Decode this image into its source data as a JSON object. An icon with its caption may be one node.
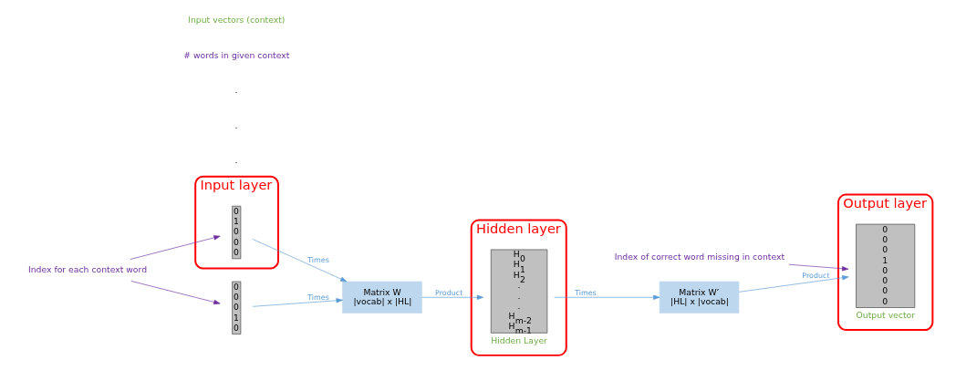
{
  "diagram": {
    "nodes": [
      {
        "text": [
          "Input layer"
        ]
      },
      {
        "text": [
          "0",
          "1",
          "0",
          "0",
          "0"
        ],
        "in": 0
      },
      {
        "text": [
          "0",
          "0",
          "0",
          "1",
          "0"
        ]
      },
      {
        "text": [
          "Index for each context word"
        ]
      },
      {
        "text": [
          "Matrix W",
          "|vocab| x |HL|"
        ]
      },
      {
        "text": [
          "Hidden layer"
        ]
      },
      {
        "text": [
          "H$_{0}$",
          "H$_{1}$",
          "H$_{2}$",
          ".",
          ".",
          ".",
          "H$_{m-2}$",
          "H$_{m-1}$"
        ],
        "in": 5,
        "beside": [
          "Hidden Layer"
        ]
      },
      {
        "text": [
          "Matrix W’",
          "|HL| x |vocab|"
        ]
      },
      {
        "text": [
          "Output layer"
        ]
      },
      {
        "text": [
          "0",
          "0",
          "0",
          "1",
          "0",
          "0",
          "0",
          "0"
        ],
        "in": 8,
        "beside": [
          "Output vector"
        ]
      },
      {
        "text": [
          "Index of correct word missing in context"
        ]
      }
    ],
    "edges": [
      {
        "from": 3,
        "to": 1,
        "arrow": "to",
        "color": "#7030a0"
      },
      {
        "from": 3,
        "to": 2,
        "arrow": "to",
        "color": "#7030a0"
      },
      {
        "from": 1,
        "to": 4,
        "arrow": "to",
        "label": "Times"
      },
      {
        "from": 2,
        "to": 4,
        "arrow": "to",
        "label": "Times"
      },
      {
        "from": 4,
        "to": 6,
        "arrow": "to",
        "label": "Product"
      },
      {
        "from": 6,
        "to": 7,
        "arrow": "to",
        "label": "Times"
      },
      {
        "from": 7,
        "to": 9,
        "arrow": "to",
        "label": "Product"
      },
      {
        "from": 10,
        "to": 9,
        "arrow": "to",
        "color": "#7030a0"
      }
    ],
    "labels": [
      ".",
      ".",
      ".",
      "# words in given context",
      "Input vectors (context)"
    ]
  }
}
